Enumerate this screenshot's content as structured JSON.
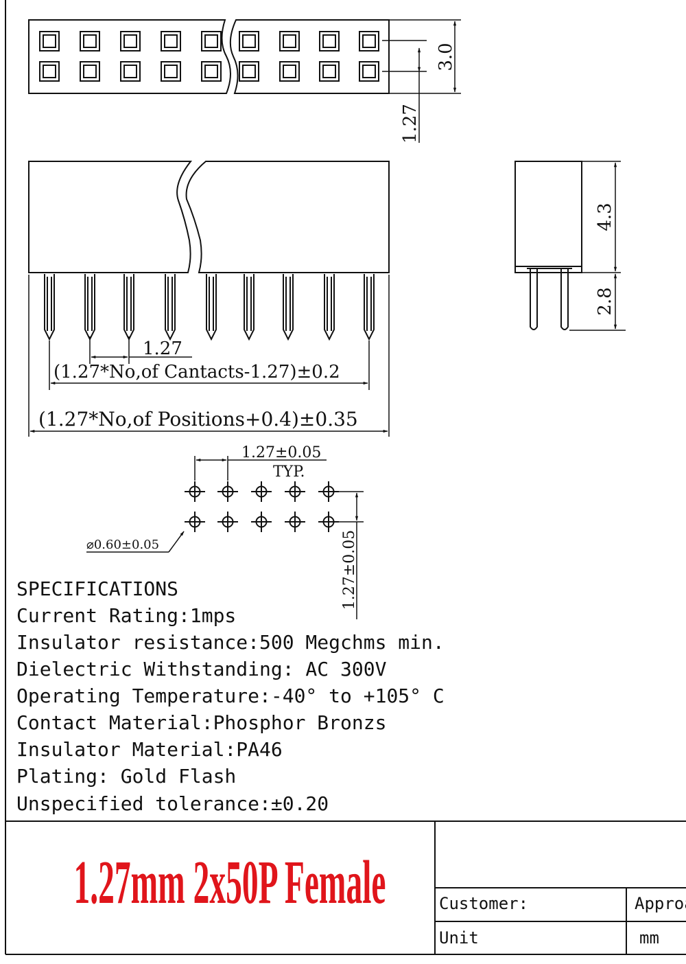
{
  "dimensions": {
    "top_height": "3.0",
    "top_row_pitch": "1.27",
    "pin_pitch": "1.27",
    "contacts_formula": "(1.27*No,of Cantacts-1.27)±0.2",
    "positions_formula": "(1.27*No,of Positions+0.4)±0.35",
    "side_body_height": "4.3",
    "side_pin_length": "2.8",
    "pcb_pitch": "1.27±0.05",
    "pcb_typ": "TYP.",
    "hole_diameter": "⌀0.60±0.05",
    "pcb_row_pitch": "1.27±0.05"
  },
  "specifications": {
    "heading": "SPECIFICATIONS",
    "lines": [
      "Current Rating:1mps",
      "Insulator resistance:500 Megchms min.",
      "Dielectric Withstanding: AC 300V",
      "Operating Temperature:-40°  to +105° C",
      "Contact Material:Phosphor Bronzs",
      "Insulator Material:PA46",
      "Plating:  Gold Flash",
      "Unspecified tolerance:±0.20"
    ]
  },
  "title_block": {
    "title": "1.27mm 2x50P Female",
    "title_color": "#e0151b",
    "customer_label": "Customer:",
    "approval_label": "Approa",
    "unit_label": "Unit",
    "unit_value": "mm"
  }
}
